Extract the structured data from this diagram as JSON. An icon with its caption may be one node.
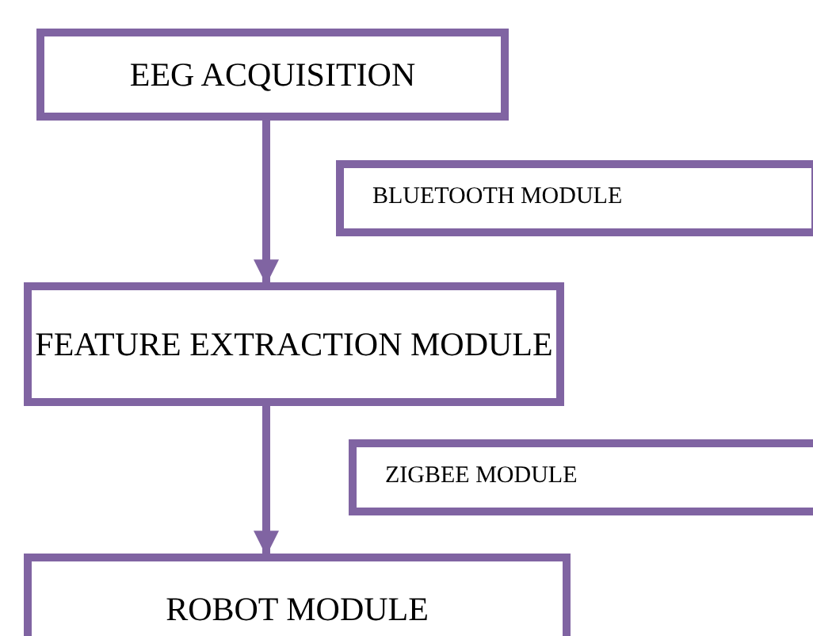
{
  "diagram": {
    "nodes": [
      {
        "text": [
          "EEG ACQUISITION"
        ]
      },
      {
        "text": [
          "BLUETOOTH MODULE"
        ]
      },
      {
        "text": [
          "FEATURE EXTRACTION MODULE"
        ]
      },
      {
        "text": [
          "ZIGBEE MODULE"
        ]
      },
      {
        "text": [
          "ROBOT MODULE"
        ]
      }
    ],
    "edges": [
      {
        "from": 0,
        "to": 2,
        "arrow": "to"
      },
      {
        "from": 2,
        "to": 4,
        "arrow": "to"
      }
    ]
  }
}
